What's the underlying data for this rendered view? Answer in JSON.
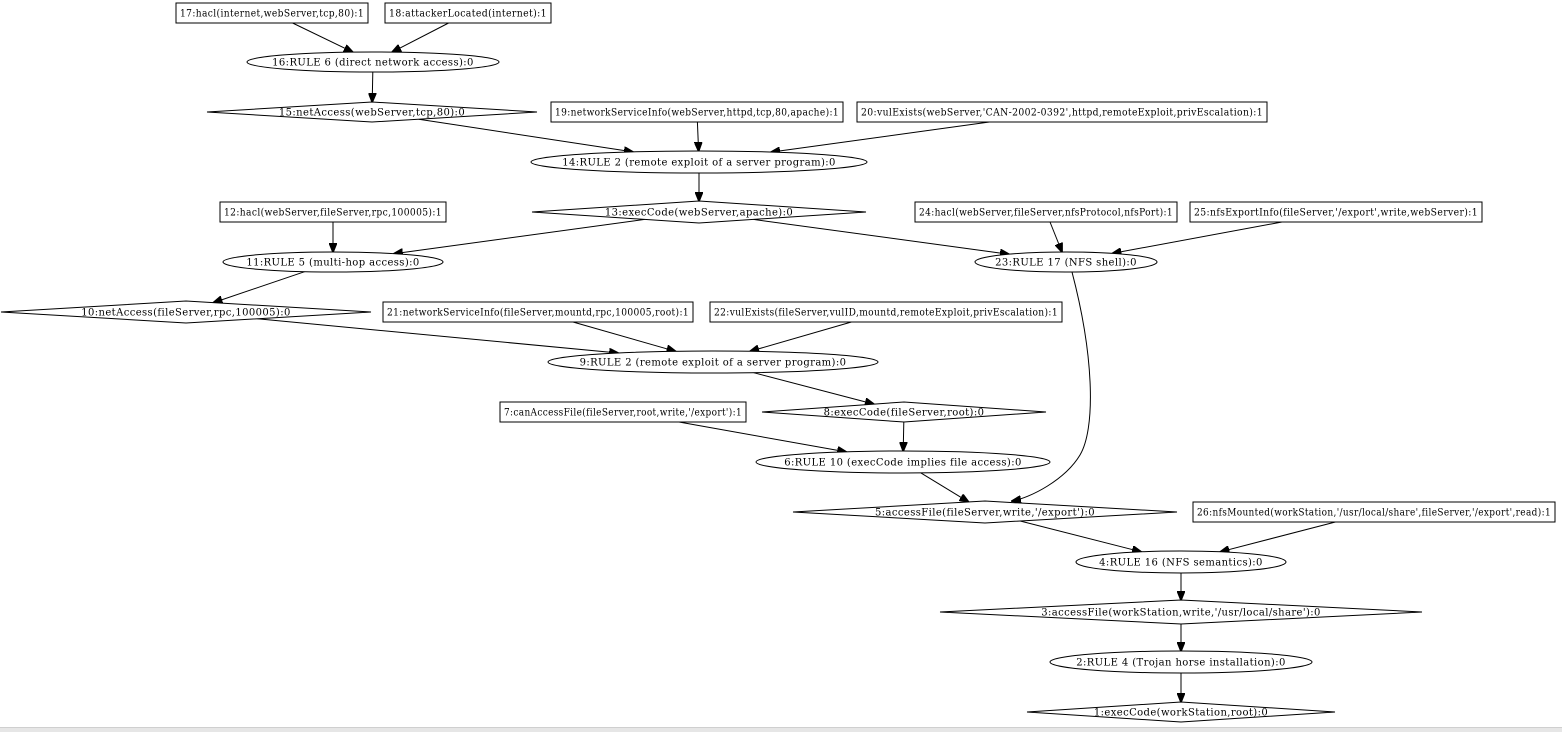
{
  "nodes": [
    {
      "id": "17",
      "label": "17:hacl(internet,webServer,tcp,80):1",
      "shape": "box"
    },
    {
      "id": "18",
      "label": "18:attackerLocated(internet):1",
      "shape": "box"
    },
    {
      "id": "16",
      "label": "16:RULE 6 (direct network access):0",
      "shape": "ellipse"
    },
    {
      "id": "15",
      "label": "15:netAccess(webServer,tcp,80):0",
      "shape": "diamond"
    },
    {
      "id": "19",
      "label": "19:networkServiceInfo(webServer,httpd,tcp,80,apache):1",
      "shape": "box"
    },
    {
      "id": "20",
      "label": "20:vulExists(webServer,'CAN-2002-0392',httpd,remoteExploit,privEscalation):1",
      "shape": "box"
    },
    {
      "id": "14",
      "label": "14:RULE 2 (remote exploit of a server program):0",
      "shape": "ellipse"
    },
    {
      "id": "12",
      "label": "12:hacl(webServer,fileServer,rpc,100005):1",
      "shape": "box"
    },
    {
      "id": "13",
      "label": "13:execCode(webServer,apache):0",
      "shape": "diamond"
    },
    {
      "id": "24",
      "label": "24:hacl(webServer,fileServer,nfsProtocol,nfsPort):1",
      "shape": "box"
    },
    {
      "id": "25",
      "label": "25:nfsExportInfo(fileServer,'/export',write,webServer):1",
      "shape": "box"
    },
    {
      "id": "11",
      "label": "11:RULE 5 (multi-hop access):0",
      "shape": "ellipse"
    },
    {
      "id": "23",
      "label": "23:RULE 17 (NFS shell):0",
      "shape": "ellipse"
    },
    {
      "id": "10",
      "label": "10:netAccess(fileServer,rpc,100005):0",
      "shape": "diamond"
    },
    {
      "id": "21",
      "label": "21:networkServiceInfo(fileServer,mountd,rpc,100005,root):1",
      "shape": "box"
    },
    {
      "id": "22",
      "label": "22:vulExists(fileServer,vulID,mountd,remoteExploit,privEscalation):1",
      "shape": "box"
    },
    {
      "id": "9",
      "label": "9:RULE 2 (remote exploit of a server program):0",
      "shape": "ellipse"
    },
    {
      "id": "7",
      "label": "7:canAccessFile(fileServer,root,write,'/export'):1",
      "shape": "box"
    },
    {
      "id": "8",
      "label": "8:execCode(fileServer,root):0",
      "shape": "diamond"
    },
    {
      "id": "6",
      "label": "6:RULE 10 (execCode implies file access):0",
      "shape": "ellipse"
    },
    {
      "id": "5",
      "label": "5:accessFile(fileServer,write,'/export'):0",
      "shape": "diamond"
    },
    {
      "id": "26",
      "label": "26:nfsMounted(workStation,'/usr/local/share',fileServer,'/export',read):1",
      "shape": "box"
    },
    {
      "id": "4",
      "label": "4:RULE 16 (NFS semantics):0",
      "shape": "ellipse"
    },
    {
      "id": "3",
      "label": "3:accessFile(workStation,write,'/usr/local/share'):0",
      "shape": "diamond"
    },
    {
      "id": "2",
      "label": "2:RULE 4 (Trojan horse installation):0",
      "shape": "ellipse"
    },
    {
      "id": "1",
      "label": "1:execCode(workStation,root):0",
      "shape": "diamond"
    }
  ],
  "edges": [
    {
      "from": "17",
      "to": "16"
    },
    {
      "from": "18",
      "to": "16"
    },
    {
      "from": "16",
      "to": "15"
    },
    {
      "from": "15",
      "to": "14"
    },
    {
      "from": "19",
      "to": "14"
    },
    {
      "from": "20",
      "to": "14"
    },
    {
      "from": "14",
      "to": "13"
    },
    {
      "from": "12",
      "to": "11"
    },
    {
      "from": "13",
      "to": "11"
    },
    {
      "from": "13",
      "to": "23"
    },
    {
      "from": "24",
      "to": "23"
    },
    {
      "from": "25",
      "to": "23"
    },
    {
      "from": "11",
      "to": "10"
    },
    {
      "from": "10",
      "to": "9"
    },
    {
      "from": "21",
      "to": "9"
    },
    {
      "from": "22",
      "to": "9"
    },
    {
      "from": "9",
      "to": "8"
    },
    {
      "from": "7",
      "to": "6"
    },
    {
      "from": "8",
      "to": "6"
    },
    {
      "from": "6",
      "to": "5"
    },
    {
      "from": "23",
      "to": "5"
    },
    {
      "from": "5",
      "to": "4"
    },
    {
      "from": "26",
      "to": "4"
    },
    {
      "from": "4",
      "to": "3"
    },
    {
      "from": "3",
      "to": "2"
    },
    {
      "from": "2",
      "to": "1"
    }
  ]
}
